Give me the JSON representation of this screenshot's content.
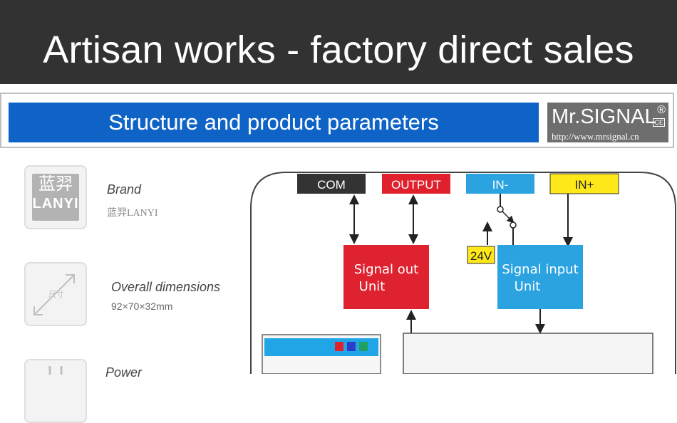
{
  "banner": {
    "title": "Artisan works - factory direct sales"
  },
  "params_header": {
    "title": "Structure and product parameters"
  },
  "logo": {
    "name": "Mr.SIGNAL",
    "registered": "®",
    "ce": "CE",
    "url": "http://www.mrsignal.cn"
  },
  "brand_logo": {
    "chinese": "蓝羿",
    "english": "LANYI"
  },
  "dimension_icon": {
    "text": "尺寸"
  },
  "params": {
    "brand": {
      "label": "Brand",
      "value": "蓝羿LANYI"
    },
    "dimensions": {
      "label": "Overall dimensions",
      "value": "92×70×32mm"
    },
    "power": {
      "label": "Power"
    }
  },
  "diagram": {
    "terminals": {
      "com": "COM",
      "output": "OUTPUT",
      "in_minus": "IN-",
      "in_plus": "IN+"
    },
    "signal_out": {
      "line1": "Signal out",
      "line2": "Unit"
    },
    "signal_in": {
      "line1": "Signal input",
      "line2": "Unit"
    },
    "supply": "24V"
  },
  "colors": {
    "banner_bg": "#323232",
    "header_blue": "#0f63c7",
    "logo_gray": "#6e6e6e",
    "terminal_black": "#333333",
    "output_red": "#e0202c",
    "in_blue": "#2aa3e0",
    "in_plus_yellow": "#ffe81a",
    "signal_out_red": "#de2230",
    "signal_in_blue": "#2aa3e0"
  }
}
